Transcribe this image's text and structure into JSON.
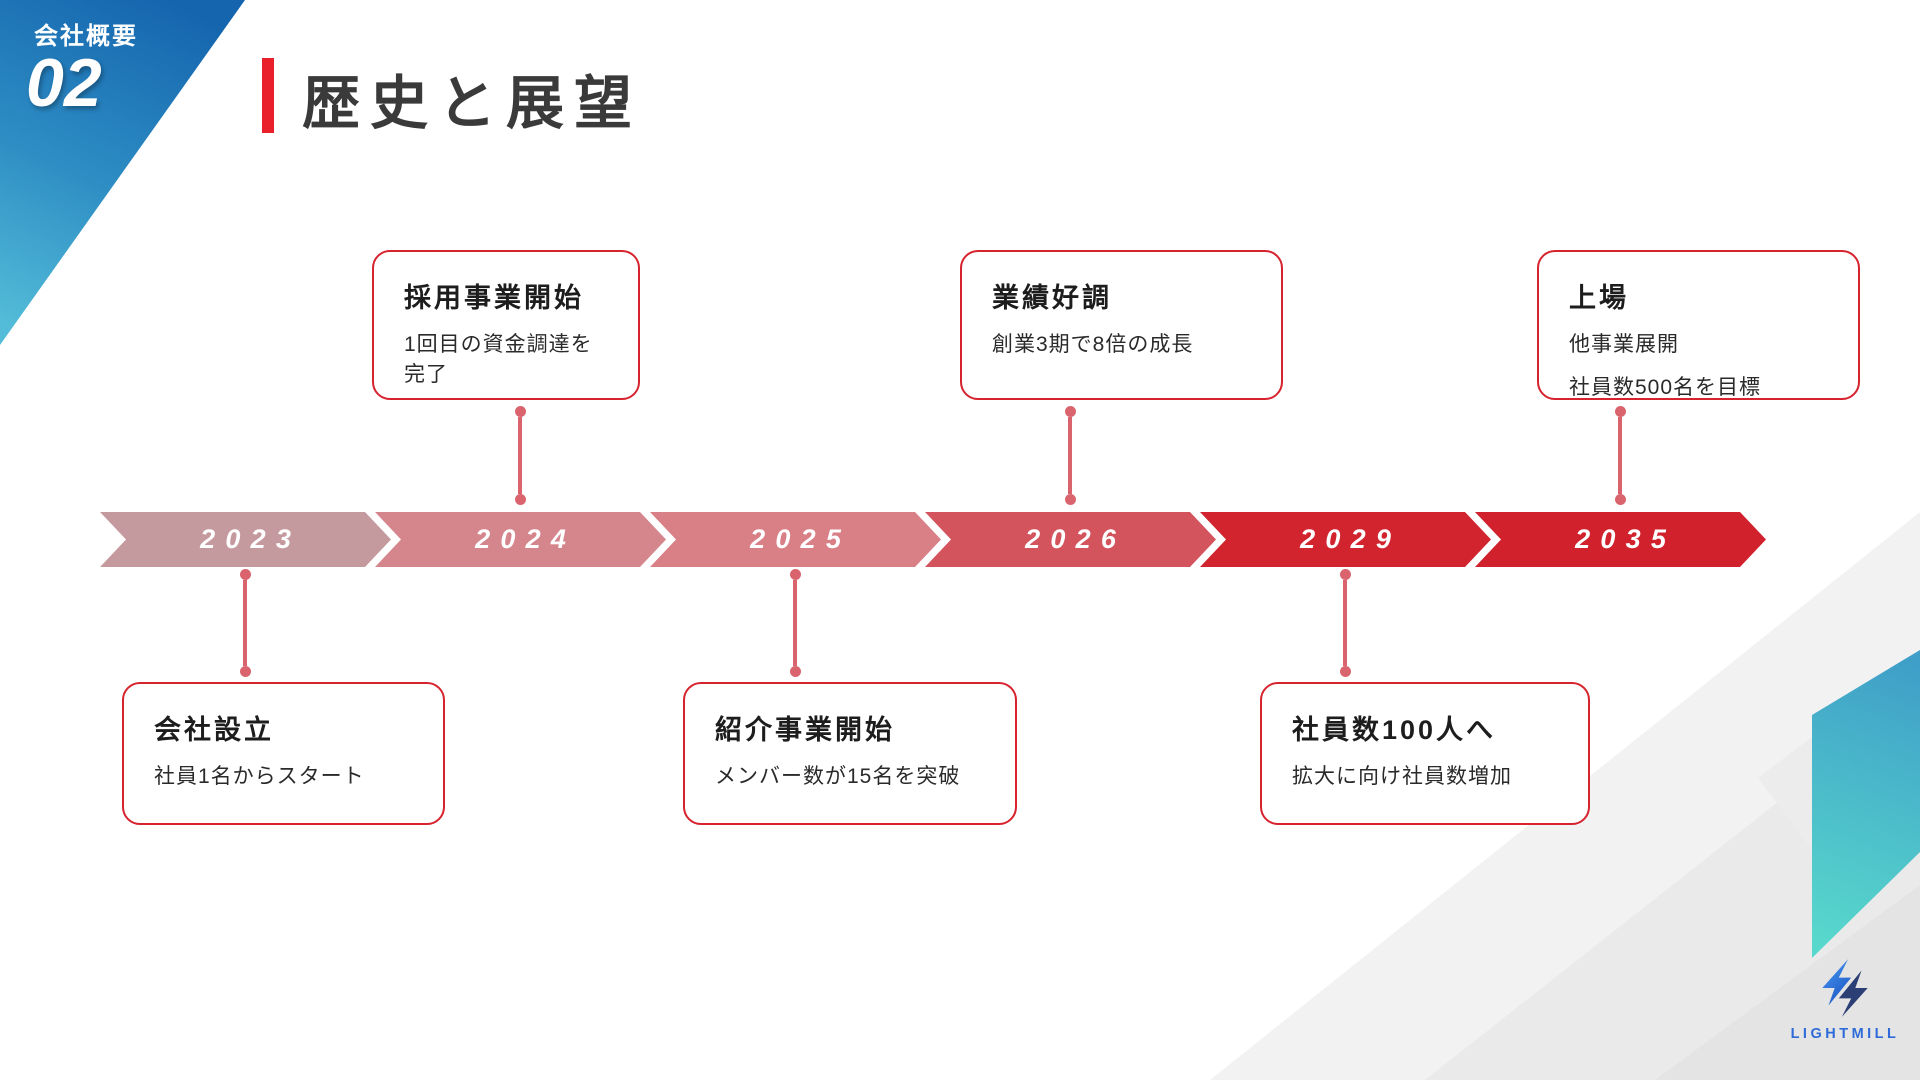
{
  "slide": {
    "section_label": "会社概要",
    "section_number": "02",
    "title": "歴史と展望"
  },
  "timeline": {
    "segments": [
      {
        "year": "2023",
        "color": "#c59a9e"
      },
      {
        "year": "2024",
        "color": "#d5868d"
      },
      {
        "year": "2025",
        "color": "#d97f86"
      },
      {
        "year": "2026",
        "color": "#d4545e"
      },
      {
        "year": "2029",
        "color": "#d1242f"
      },
      {
        "year": "2035",
        "color": "#d0212d"
      }
    ]
  },
  "milestones": [
    {
      "year": "2024",
      "position": "above",
      "title": "採用事業開始",
      "lines": [
        "1回目の資金調達を完了"
      ]
    },
    {
      "year": "2026",
      "position": "above",
      "title": "業績好調",
      "lines": [
        "創業3期で8倍の成長"
      ]
    },
    {
      "year": "2035",
      "position": "above",
      "title": "上場",
      "lines": [
        "他事業展開",
        "社員数500名を目標"
      ]
    },
    {
      "year": "2023",
      "position": "below",
      "title": "会社設立",
      "lines": [
        "社員1名からスタート"
      ]
    },
    {
      "year": "2025",
      "position": "below",
      "title": "紹介事業開始",
      "lines": [
        "メンバー数が15名を突破"
      ]
    },
    {
      "year": "2029",
      "position": "below",
      "title": "社員数100人へ",
      "lines": [
        "拡大に向け社員数増加"
      ]
    }
  ],
  "logo": {
    "text": "LIGHTMILL"
  },
  "colors": {
    "accent_red": "#e9202a",
    "box_border": "#d7232e",
    "connector": "#d9646e",
    "title_text": "#3a3a3a",
    "corner_blue_dark": "#1565ae",
    "corner_blue_light": "#53bcd8",
    "logo_blue": "#2f6bd8",
    "logo_navy": "#2b3f74"
  }
}
